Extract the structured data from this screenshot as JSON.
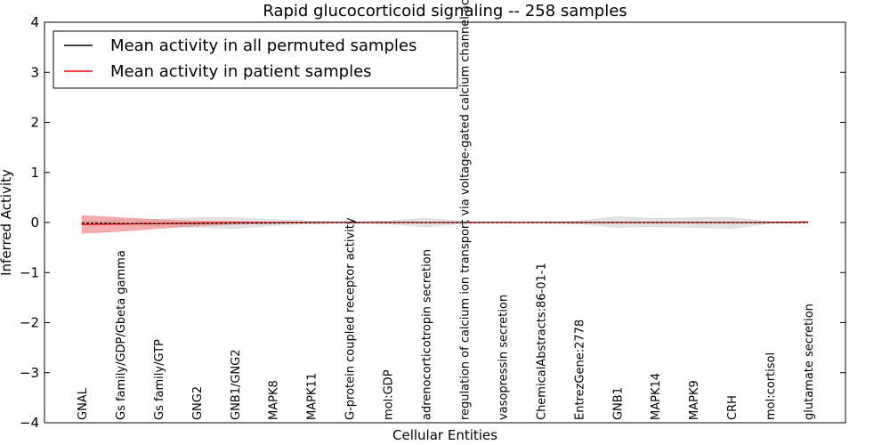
{
  "chart_data": {
    "type": "line",
    "title": "Rapid glucocorticoid signaling -- 258 samples",
    "xlabel": "Cellular Entities",
    "ylabel": "Inferred Activity",
    "ylim": [
      -4,
      4
    ],
    "yticks": [
      4,
      3,
      2,
      1,
      0,
      -1,
      -2,
      -3,
      -4
    ],
    "ytick_labels": [
      "4",
      "3",
      "2",
      "1",
      "0",
      "−1",
      "−2",
      "−3",
      "−4"
    ],
    "grid": false,
    "legend_position": "top-left",
    "categories": [
      "GNAL",
      "Gs family/GDP/Gbeta gamma",
      "Gs family/GTP",
      "GNG2",
      "GNB1/GNG2",
      "MAPK8",
      "MAPK11",
      "G-protein coupled receptor activity",
      "mol:GDP",
      "adrenocorticotropin secretion",
      "regulation of calcium ion transport via voltage-gated calcium channel activity",
      "vasopressin secretion",
      "ChemicalAbstracts:86-01-1",
      "EntrezGene:2778",
      "GNB1",
      "MAPK14",
      "MAPK9",
      "CRH",
      "mol:cortisol",
      "glutamate secretion"
    ],
    "series": [
      {
        "name": "Mean activity in all permuted samples",
        "color": "#000000",
        "values": [
          -0.01,
          -0.02,
          -0.02,
          -0.02,
          -0.01,
          -0.01,
          0,
          0,
          0,
          0,
          0,
          0,
          0,
          0,
          0,
          0,
          0,
          0,
          0,
          0
        ],
        "band_low": [
          -0.04,
          -0.05,
          -0.07,
          -0.1,
          -0.12,
          -0.06,
          -0.03,
          -0.01,
          -0.03,
          -0.09,
          -0.02,
          -0.01,
          -0.01,
          -0.03,
          -0.1,
          -0.08,
          -0.1,
          -0.12,
          -0.02,
          -0.01
        ],
        "band_high": [
          0.04,
          0.05,
          0.07,
          0.1,
          0.1,
          0.06,
          0.03,
          0.01,
          0.03,
          0.09,
          0.02,
          0.01,
          0.01,
          0.03,
          0.12,
          0.08,
          0.1,
          0.1,
          0.02,
          0.01
        ],
        "band_color": "#c0c0c0"
      },
      {
        "name": "Mean activity in patient samples",
        "color": "#ff0000",
        "values": [
          -0.04,
          -0.03,
          -0.02,
          -0.01,
          0,
          0,
          0,
          0,
          0,
          0,
          0,
          0,
          0,
          0,
          0,
          0,
          0,
          0,
          0,
          0.01
        ],
        "band_low": [
          -0.22,
          -0.18,
          -0.12,
          -0.07,
          -0.04,
          -0.02,
          -0.01,
          -0.005,
          -0.005,
          -0.005,
          -0.005,
          -0.005,
          -0.005,
          -0.005,
          -0.005,
          -0.005,
          -0.005,
          -0.005,
          -0.005,
          -0.01
        ],
        "band_high": [
          0.14,
          0.1,
          0.06,
          0.03,
          0.02,
          0.01,
          0.005,
          0.005,
          0.005,
          0.005,
          0.005,
          0.005,
          0.005,
          0.005,
          0.005,
          0.005,
          0.005,
          0.005,
          0.01,
          0.02
        ],
        "band_color": "#f08080"
      }
    ]
  }
}
